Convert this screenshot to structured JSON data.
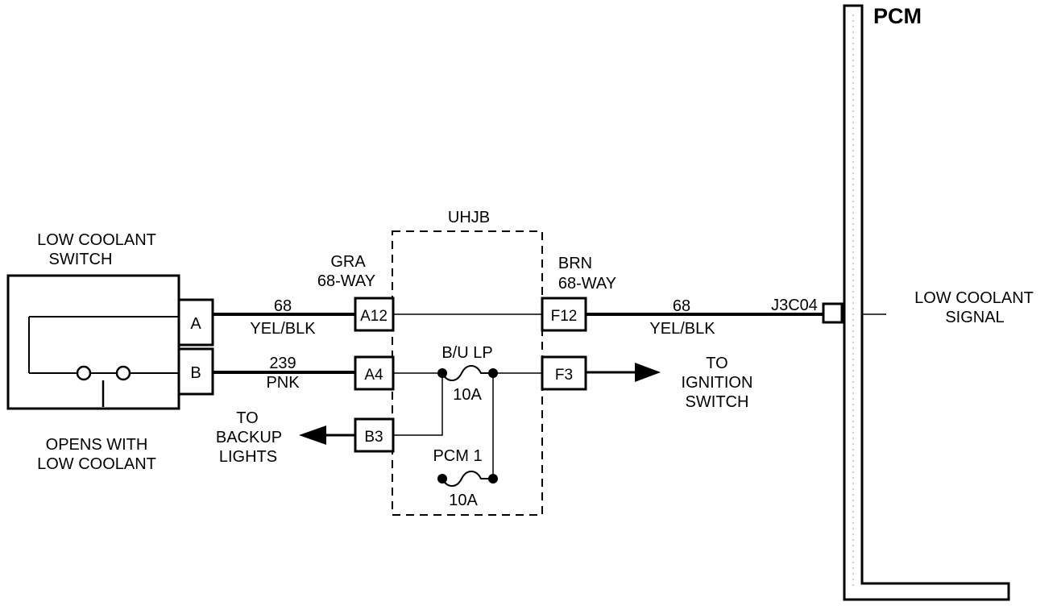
{
  "component": {
    "title_line1": "LOW COOLANT",
    "title_line2": "SWITCH",
    "note_line1": "OPENS WITH",
    "note_line2": "LOW COOLANT",
    "terminals": [
      "A",
      "B"
    ]
  },
  "junction_block": {
    "title": "UHJB",
    "left_connector_color": "GRA",
    "left_connector_type": "68-WAY",
    "right_connector_color": "BRN",
    "right_connector_type": "68-WAY",
    "pins": {
      "a12": "A12",
      "a4": "A4",
      "b3": "B3",
      "f12": "F12",
      "f3": "F3"
    },
    "fuses": [
      {
        "name": "B/U LP",
        "rating": "10A"
      },
      {
        "name": "PCM 1",
        "rating": "10A"
      }
    ]
  },
  "wires": {
    "sig_left": {
      "circuit": "68",
      "color": "YEL/BLK"
    },
    "pwr": {
      "circuit": "239",
      "color": "PNK"
    },
    "sig_right": {
      "circuit": "68",
      "color": "YEL/BLK"
    }
  },
  "destinations": {
    "backup_line1": "TO",
    "backup_line2": "BACKUP",
    "backup_line3": "LIGHTS",
    "ignition_line1": "TO",
    "ignition_line2": "IGNITION",
    "ignition_line3": "SWITCH"
  },
  "pcm": {
    "title": "PCM",
    "connector": "J3C04",
    "signal_line1": "LOW COOLANT",
    "signal_line2": "SIGNAL"
  }
}
